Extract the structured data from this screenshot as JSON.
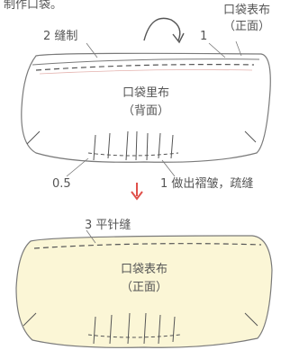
{
  "top_caption": "制作口袋。",
  "upper_step": {
    "sew_label": "2 缝制",
    "callout_number": "1",
    "outer_fabric_label": "口袋表布",
    "outer_fabric_side": "（正面）",
    "lining_label": "口袋里布",
    "lining_side": "（背面）",
    "seam_allowance": "0.5",
    "gather_label": "1 做出褶皱，疏缝"
  },
  "lower_step": {
    "stitch_label": "3 平针缝",
    "outer_fabric_label": "口袋表布",
    "outer_fabric_side": "（正面）"
  },
  "colors": {
    "line": "#6f6f6f",
    "fabric_fill": "#fbf6d6",
    "stitch_red": "#c9655e",
    "arrow_red": "#e0504a"
  }
}
